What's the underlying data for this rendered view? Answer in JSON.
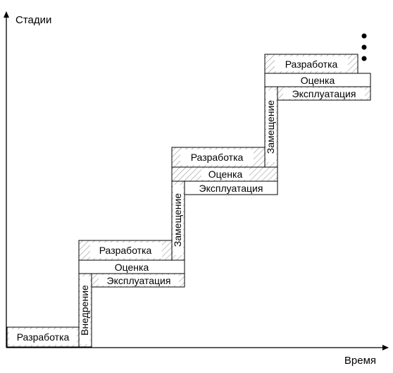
{
  "axes": {
    "y_label": "Стадии",
    "x_label": "Время"
  },
  "stage_labels": {
    "development": "Разработка",
    "evaluation": "Оценка",
    "operation": "Эксплуатация",
    "implementation": "Внедрение",
    "replacement": "Замещение"
  },
  "continuation_marker": "ellipsis-dots",
  "colors": {
    "line": "#000000",
    "hatch": "#9a9a9a",
    "background": "#ffffff"
  }
}
